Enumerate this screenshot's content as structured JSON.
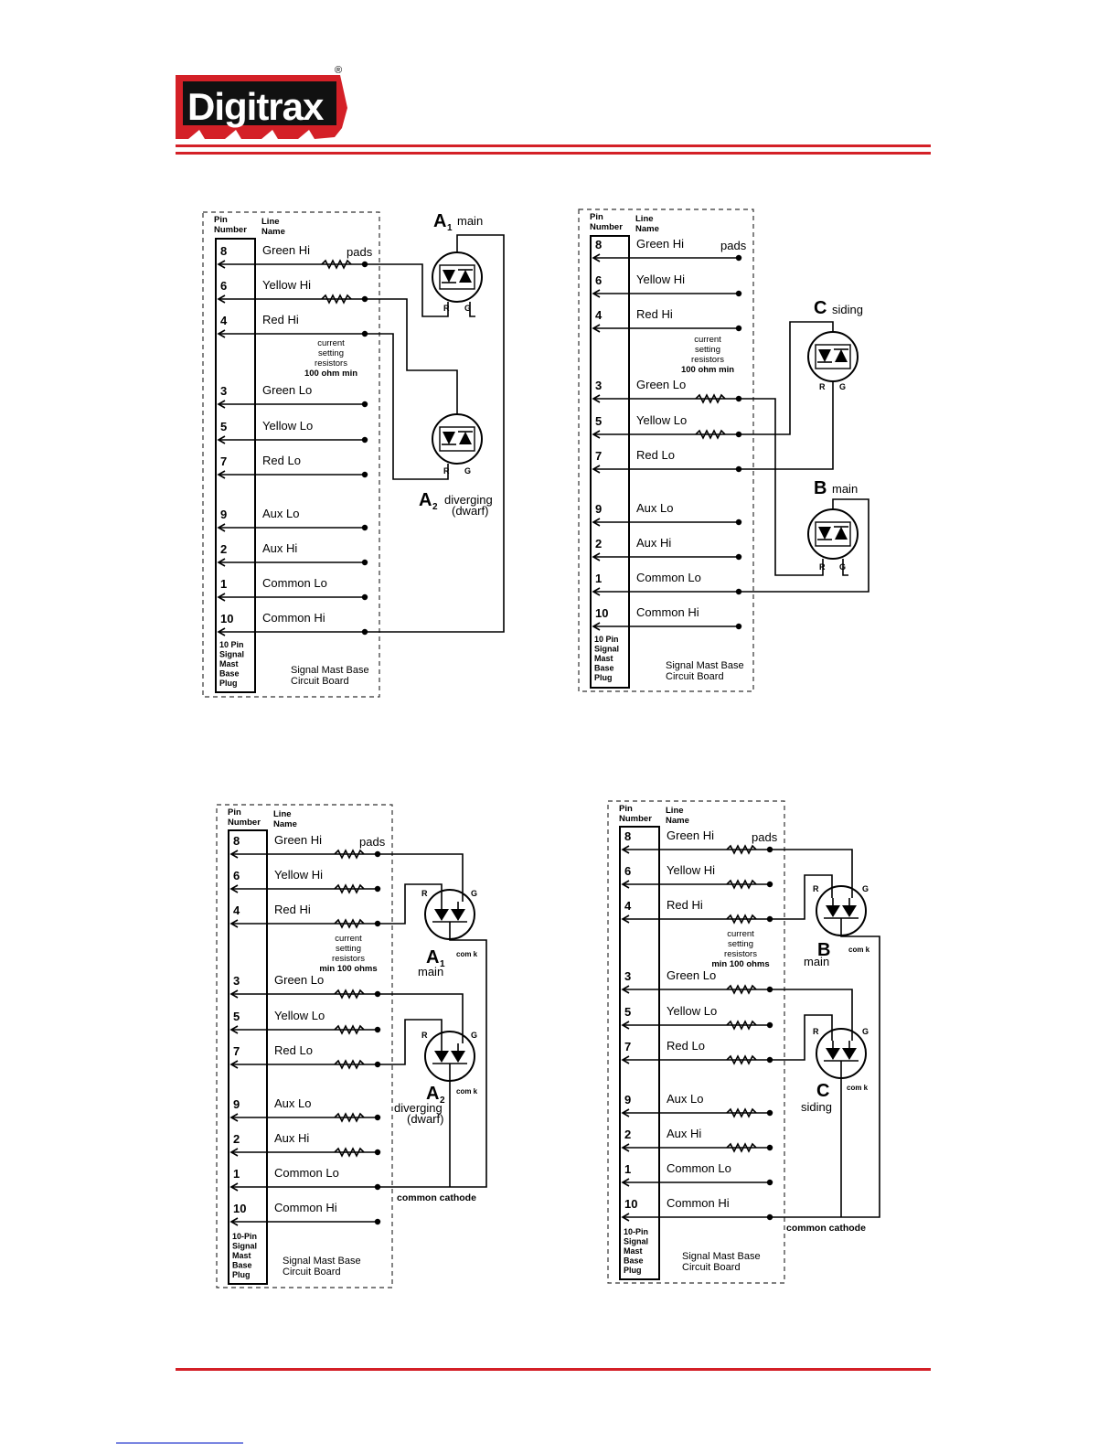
{
  "header": {
    "logo_text": "Digitrax",
    "registered_mark": "®"
  },
  "colors": {
    "accent_red": "#d42027",
    "ink": "#000000",
    "link_blue": "#2b3fcf"
  },
  "labels": {
    "pin_number_1": "Pin",
    "pin_number_2": "Number",
    "line_name_1": "Line",
    "line_name_2": "Name",
    "pads": "pads",
    "board_1": "Signal Mast Base",
    "board_2": "Circuit Board",
    "common_cathode": "common cathode",
    "com_k": "com k",
    "R": "R",
    "G": "G"
  },
  "diagrams": [
    {
      "id": "top-left",
      "plug": [
        "10 Pin",
        "Signal",
        "Mast",
        "Base",
        "Plug"
      ],
      "resistor_note": [
        "current",
        "setting",
        "resistors",
        "100 ohm min"
      ],
      "pins": [
        {
          "num": "8",
          "name": "Green Hi"
        },
        {
          "num": "6",
          "name": "Yellow Hi"
        },
        {
          "num": "4",
          "name": "Red Hi"
        },
        {
          "num": "3",
          "name": "Green Lo"
        },
        {
          "num": "5",
          "name": "Yellow Lo"
        },
        {
          "num": "7",
          "name": "Red Lo"
        },
        {
          "num": "9",
          "name": "Aux Lo"
        },
        {
          "num": "2",
          "name": "Aux Hi"
        },
        {
          "num": "1",
          "name": "Common Lo"
        },
        {
          "num": "10",
          "name": "Common Hi"
        }
      ],
      "signals": [
        {
          "letter": "A",
          "sub": "1",
          "name": "main"
        },
        {
          "letter": "A",
          "sub": "2",
          "name": "diverging",
          "name2": "(dwarf)"
        }
      ]
    },
    {
      "id": "top-right",
      "plug": [
        "10 Pin",
        "Signal",
        "Mast",
        "Base",
        "Plug"
      ],
      "resistor_note": [
        "current",
        "setting",
        "resistors",
        "100 ohm min"
      ],
      "pins": [
        {
          "num": "8",
          "name": "Green Hi"
        },
        {
          "num": "6",
          "name": "Yellow Hi"
        },
        {
          "num": "4",
          "name": "Red Hi"
        },
        {
          "num": "3",
          "name": "Green Lo"
        },
        {
          "num": "5",
          "name": "Yellow Lo"
        },
        {
          "num": "7",
          "name": "Red Lo"
        },
        {
          "num": "9",
          "name": "Aux Lo"
        },
        {
          "num": "2",
          "name": "Aux Hi"
        },
        {
          "num": "1",
          "name": "Common Lo"
        },
        {
          "num": "10",
          "name": "Common Hi"
        }
      ],
      "signals": [
        {
          "letter": "C",
          "name": "siding"
        },
        {
          "letter": "B",
          "name": "main"
        }
      ]
    },
    {
      "id": "bottom-left",
      "plug": [
        "10-Pin",
        "Signal",
        "Mast",
        "Base",
        "Plug"
      ],
      "resistor_note": [
        "current",
        "setting",
        "resistors",
        "min 100 ohms"
      ],
      "pins": [
        {
          "num": "8",
          "name": "Green Hi"
        },
        {
          "num": "6",
          "name": "Yellow Hi"
        },
        {
          "num": "4",
          "name": "Red Hi"
        },
        {
          "num": "3",
          "name": "Green Lo"
        },
        {
          "num": "5",
          "name": "Yellow Lo"
        },
        {
          "num": "7",
          "name": "Red Lo"
        },
        {
          "num": "9",
          "name": "Aux Lo"
        },
        {
          "num": "2",
          "name": "Aux Hi"
        },
        {
          "num": "1",
          "name": "Common Lo"
        },
        {
          "num": "10",
          "name": "Common Hi"
        }
      ],
      "signals": [
        {
          "letter": "A",
          "sub": "1",
          "name": "main"
        },
        {
          "letter": "A",
          "sub": "2",
          "name": "diverging",
          "name2": "(dwarf)"
        }
      ]
    },
    {
      "id": "bottom-right",
      "plug": [
        "10-Pin",
        "Signal",
        "Mast",
        "Base",
        "Plug"
      ],
      "resistor_note": [
        "current",
        "setting",
        "resistors",
        "min 100 ohms"
      ],
      "pins": [
        {
          "num": "8",
          "name": "Green Hi"
        },
        {
          "num": "6",
          "name": "Yellow Hi"
        },
        {
          "num": "4",
          "name": "Red Hi"
        },
        {
          "num": "3",
          "name": "Green Lo"
        },
        {
          "num": "5",
          "name": "Yellow Lo"
        },
        {
          "num": "7",
          "name": "Red Lo"
        },
        {
          "num": "9",
          "name": "Aux Lo"
        },
        {
          "num": "2",
          "name": "Aux Hi"
        },
        {
          "num": "1",
          "name": "Common Lo"
        },
        {
          "num": "10",
          "name": "Common Hi"
        }
      ],
      "signals": [
        {
          "letter": "B",
          "name": "main"
        },
        {
          "letter": "C",
          "name": "siding"
        }
      ]
    }
  ]
}
